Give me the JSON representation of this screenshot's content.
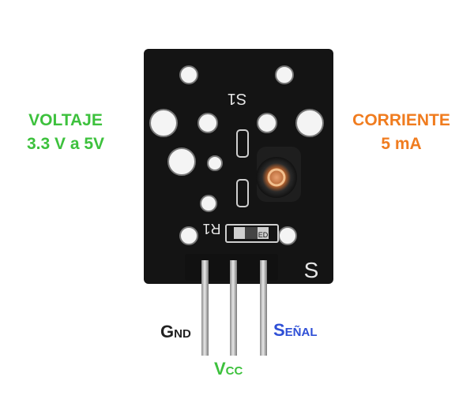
{
  "annotations": {
    "voltage": {
      "line1": "VOLTAJE",
      "line2": "3.3 V a 5V",
      "color": "#3dc13d"
    },
    "current": {
      "line1": "CORRIENTE",
      "line2": "5 mA",
      "color": "#f07c1f"
    }
  },
  "pins": {
    "gnd": {
      "label": "Gnd",
      "color": "#222222"
    },
    "vcc": {
      "label": "Vcc",
      "color": "#3dc13d"
    },
    "signal": {
      "label": "Señal",
      "color": "#2e4fd6"
    }
  },
  "board": {
    "silkscreen": [
      "S1",
      "R1",
      "ED",
      "S"
    ],
    "color": "#141414"
  }
}
